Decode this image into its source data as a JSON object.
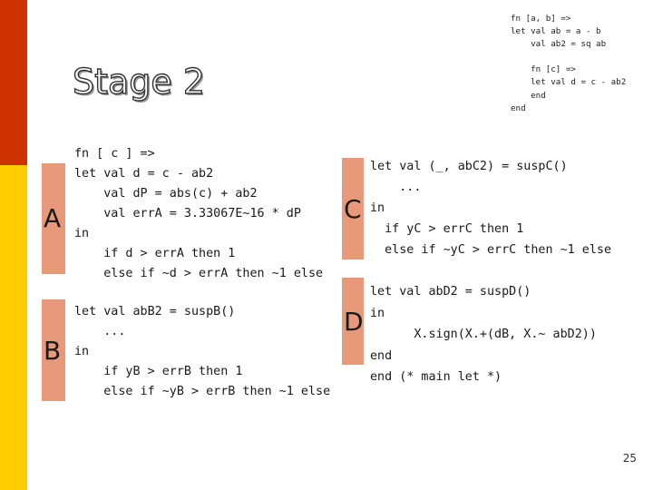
{
  "slide": {
    "title": "Stage 2",
    "page_number": "25",
    "colors": {
      "accent_red": "#cc3300",
      "accent_yellow": "#ffcc00",
      "tag_fill": "#e8997a"
    }
  },
  "code_blocks": {
    "top": "fn [a, b] =>\nlet val ab = a - b\n    val ab2 = sq ab\n\n    fn [c] =>\n    let val d = c - ab2\n    end\nend",
    "a": "fn [ c ] =>\nlet val d = c - ab2\n    val dP = abs(c) + ab2\n    val errA = 3.33067E~16 * dP\nin\n    if d > errA then 1\n    else if ~d > errA then ~1 else",
    "b": "let val abB2 = suspB()\n    ...\nin\n    if yB > errB then 1\n    else if ~yB > errB then ~1 else",
    "c": "let val (_, abC2) = suspC()\n    ...\nin\n  if yC > errC then 1\n  else if ~yC > errC then ~1 else",
    "d": "let val abD2 = suspD()\nin\n      X.sign(X.+(dB, X.~ abD2))\nend\nend (* main let *)"
  },
  "tags": {
    "a": "A",
    "b": "B",
    "c": "C",
    "d": "D"
  }
}
